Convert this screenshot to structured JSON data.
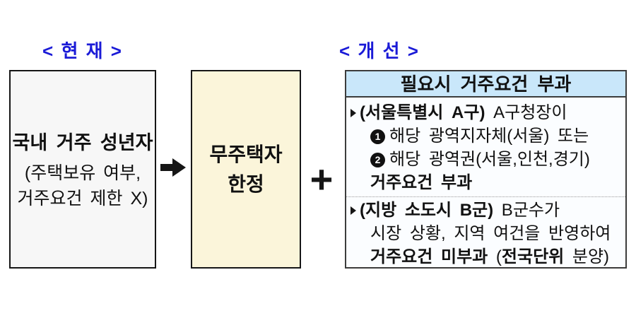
{
  "titles": {
    "current": "< 현 재 >",
    "improved": "< 개 선 >"
  },
  "left_box": {
    "title": "국내 거주 성년자",
    "sub_line1": "(주택보유 여부,",
    "sub_line2": "거주요건 제한 X)"
  },
  "middle_box": {
    "line1": "무주택자",
    "line2": "한정"
  },
  "operators": {
    "plus": "+"
  },
  "icons": {
    "flow_arrow": "right-arrow",
    "bullet": "triangle-right",
    "item1_badge": "1",
    "item2_badge": "2"
  },
  "panel": {
    "header": "필요시 거주요건 부과",
    "section1": {
      "intro_bold": "(서울특별시 A구)",
      "intro_rest": " A구청장이",
      "item1_text": "해당 광역지자체(서울) 또는",
      "item2_text": "해당 광역권(서울,인천,경기)",
      "result_bold": "거주요건 부과"
    },
    "section2": {
      "intro_bold": "(지방 소도시 B군)",
      "intro_rest": " B군수가",
      "line2": "시장 상황, 지역 여건을 반영하여",
      "result_bold1": "거주요건 미부과",
      "result_mid": " (",
      "result_bold2": "전국단위",
      "result_end": " 분양)"
    }
  },
  "colors": {
    "header_blue": "#1b1bd7",
    "left_box_bg": "#f7f7f7",
    "middle_box_bg": "#fbf5da",
    "panel_header_bg": "#c9e7fa",
    "panel_body_bg": "#fbfdff",
    "border_dark": "#161616"
  }
}
